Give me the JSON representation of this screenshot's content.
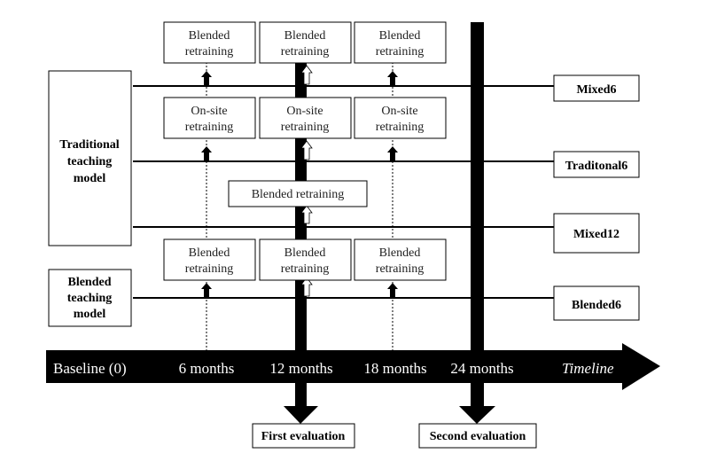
{
  "left_boxes": {
    "traditional": [
      "Traditional",
      "teaching",
      "model"
    ],
    "blended": [
      "Blended",
      "teaching",
      "model"
    ]
  },
  "retraining": {
    "row1": [
      [
        "Blended",
        "retraining"
      ],
      [
        "Blended",
        "retraining"
      ],
      [
        "Blended",
        "retraining"
      ]
    ],
    "row2": [
      [
        "On-site",
        "retraining"
      ],
      [
        "On-site",
        "retraining"
      ],
      [
        "On-site",
        "retraining"
      ]
    ],
    "row3": "Blended retraining",
    "row4": [
      [
        "Blended",
        "retraining"
      ],
      [
        "Blended",
        "retraining"
      ],
      [
        "Blended",
        "retraining"
      ]
    ]
  },
  "groups": [
    "Mixed6",
    "Traditonal6",
    "Mixed12",
    "Blended6"
  ],
  "timeline": {
    "labels": [
      "Baseline (0)",
      "6 months",
      "12 months",
      "18 months",
      "24 months"
    ],
    "title": "Timeline"
  },
  "evaluations": {
    "first": "First evaluation",
    "second": "Second evaluation"
  }
}
